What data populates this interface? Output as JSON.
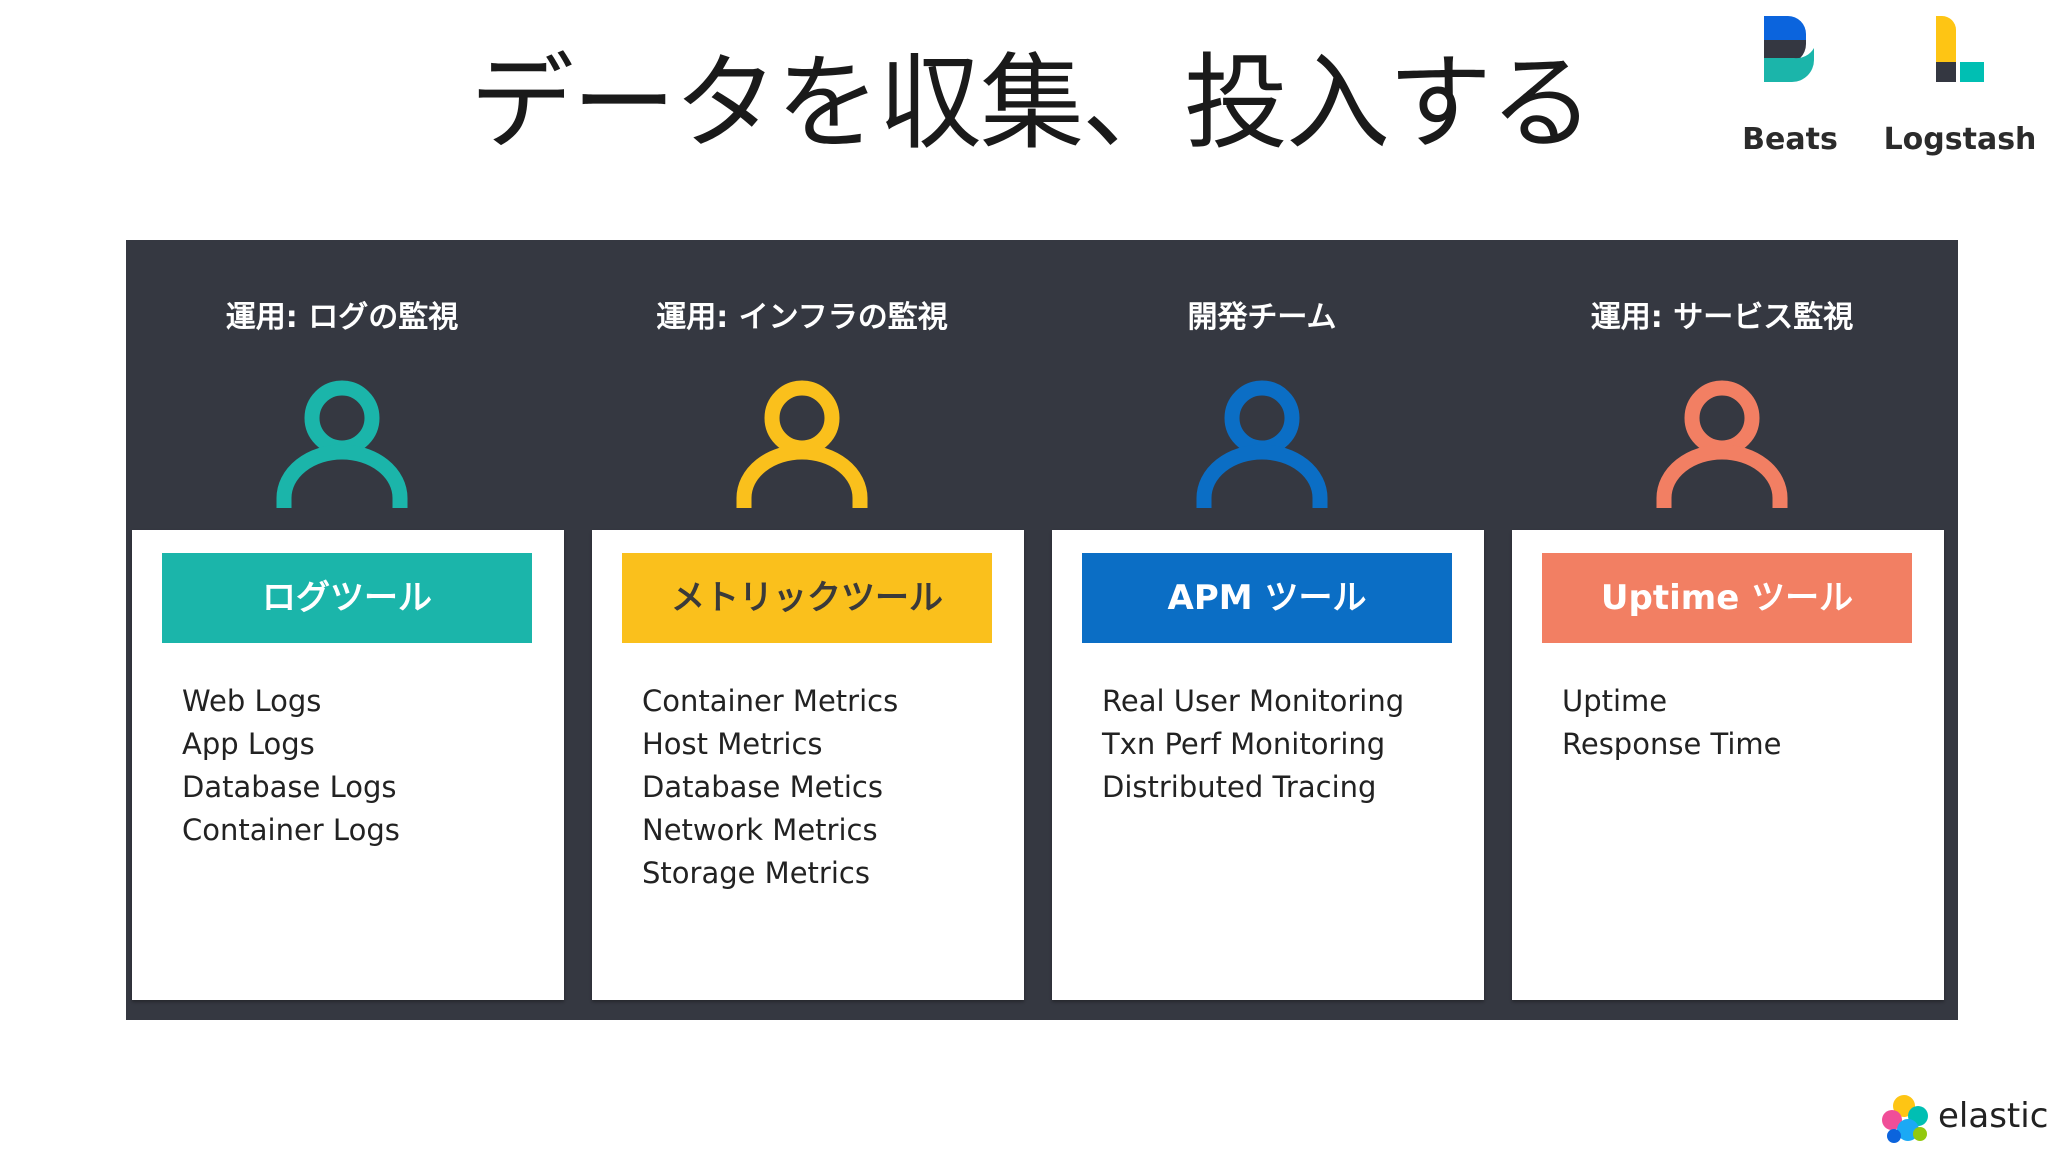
{
  "slide": {
    "title": "データを収集、投入する"
  },
  "products": [
    {
      "name": "Beats",
      "icon": "beats-logo-icon"
    },
    {
      "name": "Logstash",
      "icon": "logstash-logo-icon"
    }
  ],
  "columns": [
    {
      "heading": "運用: ログの監視",
      "person_color": "#1BB5AA",
      "tool": "ログツール",
      "tool_color": "#1BB5AA",
      "items": [
        "Web Logs",
        "App Logs",
        "Database Logs",
        "Container Logs"
      ]
    },
    {
      "heading": "運用: インフラの監視",
      "person_color": "#FAC01C",
      "tool": "メトリックツール",
      "tool_color": "#FAC01C",
      "items": [
        "Container Metrics",
        "Host Metrics",
        "Database Metics",
        "Network Metrics",
        "Storage Metrics"
      ]
    },
    {
      "heading": "開発チーム",
      "person_color": "#0B6EC5",
      "tool": "APM ツール",
      "tool_color": "#0B6EC5",
      "items": [
        "Real User Monitoring",
        "Txn Perf Monitoring",
        "Distributed Tracing"
      ]
    },
    {
      "heading": "運用: サービス監視",
      "person_color": "#F27F63",
      "tool": "Uptime ツール",
      "tool_color": "#F27F63",
      "items": [
        "Uptime",
        "Response Time"
      ]
    }
  ],
  "footer": {
    "brand": "elastic"
  }
}
